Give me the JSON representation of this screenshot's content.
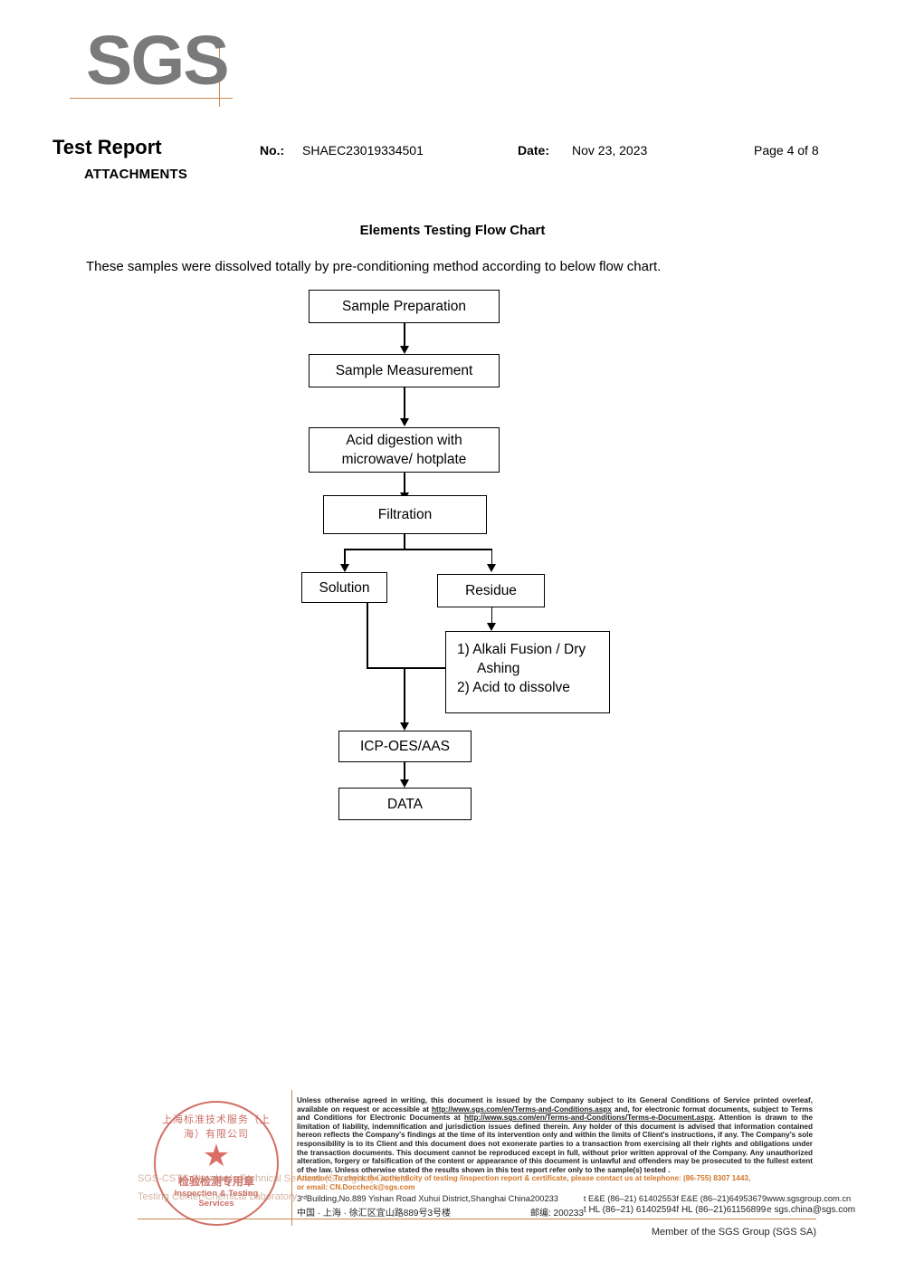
{
  "logo": {
    "text": "SGS",
    "accent_color": "#c8874b",
    "text_color": "#7a7a7a"
  },
  "header": {
    "title": "Test Report",
    "subtitle": "ATTACHMENTS",
    "no_label": "No.:",
    "no_value": "SHAEC23019334501",
    "date_label": "Date:",
    "date_value": "Nov 23, 2023",
    "page_value": "Page 4 of 8"
  },
  "body": {
    "chart_title": "Elements Testing Flow Chart",
    "intro": "These samples were dissolved totally by pre-conditioning method according to below flow chart."
  },
  "flow_chart": {
    "nodes": [
      {
        "id": "sample-preparation",
        "label": "Sample Preparation"
      },
      {
        "id": "sample-measurement",
        "label": "Sample Measurement"
      },
      {
        "id": "acid-digestion",
        "line1": "Acid digestion with",
        "line2": "microwave/ hotplate"
      },
      {
        "id": "filtration",
        "label": "Filtration"
      },
      {
        "id": "solution",
        "label": "Solution"
      },
      {
        "id": "residue",
        "label": "Residue"
      },
      {
        "id": "alkali-fusion",
        "line1": "1) Alkali Fusion / Dry",
        "line2": "Ashing",
        "line3": "2) Acid to dissolve"
      },
      {
        "id": "icp-oes-aas",
        "label": "ICP-OES/AAS"
      },
      {
        "id": "data",
        "label": "DATA"
      }
    ]
  },
  "seal": {
    "arc_text": "上海标准技术服务（上海）有限公司",
    "star": "★",
    "cn_text": "检验检测专用章",
    "en_text": "Inspection & Testing Services",
    "color": "#b9372c"
  },
  "watermark": {
    "line1": "SGS-CSTC Standards Technical Services (Shanghai) Co.,Ltd.",
    "line2": "Testing Center-Chemical Laboratory"
  },
  "footer": {
    "legal_text": "Unless otherwise agreed in writing, this document is issued by the Company subject to its General Conditions of Service printed overleaf, available on request or accessible at ",
    "url1": "http://www.sgs.com/en/Terms-and-Conditions.aspx",
    "legal_text2": " and, for electronic format documents, subject to Terms and Conditions for Electronic Documents at ",
    "url2": "http://www.sgs.com/en/Terms-and-Conditions/Terms-e-Document.aspx",
    "legal_text3": ". Attention is drawn to the limitation of liability, indemnification and jurisdiction issues defined therein. Any holder of this document is advised that information contained hereon reflects the Company's findings at the time of its intervention only and within the limits of Client's instructions, if any. The Company's sole responsibility is to its Client and this document does not exonerate parties to a transaction from exercising all their rights and obligations under the transaction documents. This document cannot be reproduced except in full, without prior written approval of the Company. Any unauthorized alteration, forgery or falsification of the content or appearance of this document is unlawful and offenders may be prosecuted to the fullest extent of the law. Unless otherwise stated the results shown in this test report refer only to the sample(s) tested .",
    "attention_line1": "Attention: To check the authenticity of testing /inspection report & certificate, please contact us at telephone: (86-755) 8307 1443,",
    "attention_line2": "or email: CN.Doccheck@sgs.com",
    "attention_color": "#d2762a",
    "address_en": "3ʳᵈBuilding,No.889 Yishan Road Xuhui District,Shanghai China",
    "zip_en": "200233",
    "tel_en": "t E&E (86–21) 61402553",
    "fax_en": "f E&E (86–21)64953679",
    "web": "www.sgsgroup.com.cn",
    "address_cn": "中国 · 上海 · 徐汇区宜山路889号3号楼",
    "zip_cn_label": "邮编: 200233",
    "tel_cn": "t HL (86–21) 61402594",
    "fax_cn": "f HL (86–21)61156899",
    "email": "e sgs.china@sgs.com",
    "member_line": "Member of the SGS Group (SGS SA)"
  }
}
